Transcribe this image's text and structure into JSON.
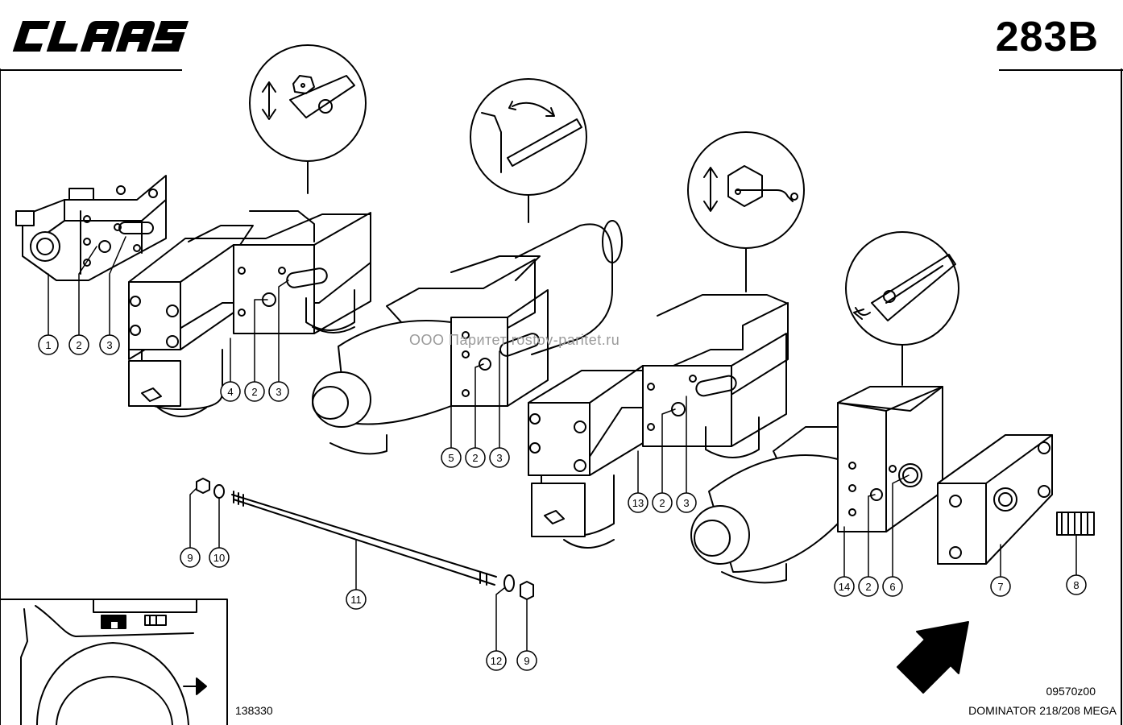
{
  "header": {
    "brand": "CLAAS",
    "sheet_number": "283B"
  },
  "footer": {
    "image_number": "138330",
    "drawing_code": "09570z00",
    "model": "DOMINATOR 218/208 MEGA"
  },
  "watermark": {
    "text": "ООО Паритет   rostov-paritet.ru"
  },
  "callouts": {
    "a1": "1",
    "a2": "2",
    "a3": "3",
    "b4": "4",
    "b2": "2",
    "b3": "3",
    "c5": "5",
    "c2": "2",
    "c3": "3",
    "d13": "13",
    "d2": "2",
    "d3": "3",
    "e14": "14",
    "e2": "2",
    "e6": "6",
    "f7": "7",
    "f8": "8",
    "g9": "9",
    "g10": "10",
    "g11": "11",
    "g12": "12",
    "g9b": "9"
  },
  "colors": {
    "line": "#000000",
    "watermark": "#9a9a9a"
  }
}
